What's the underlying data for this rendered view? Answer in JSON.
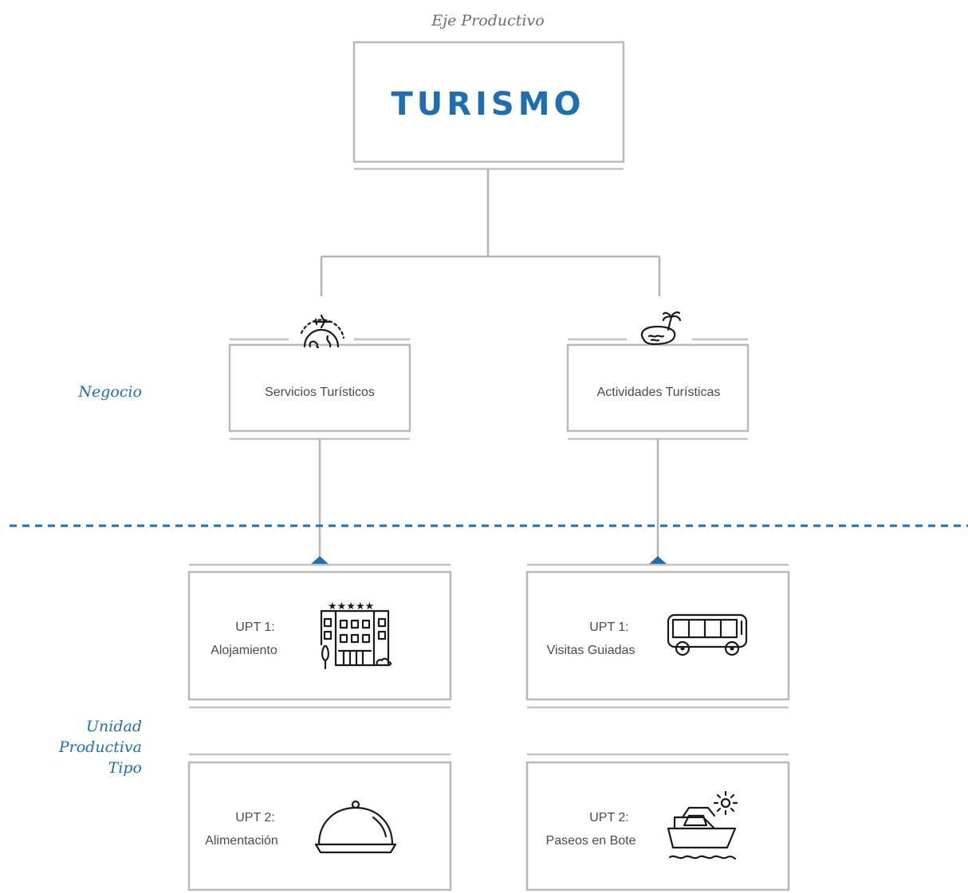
{
  "header": {
    "eje_label": "Eje Productivo",
    "title": "TURISMO"
  },
  "side_labels": {
    "negocio": "Negocio",
    "unidad": [
      "Unidad",
      "Productiva",
      "Tipo"
    ]
  },
  "negocio": [
    {
      "label": "Servicios Turísticos",
      "icon": "globe-airplane-icon"
    },
    {
      "label": "Actividades Turísticas",
      "icon": "island-palm-icon"
    }
  ],
  "upt": [
    {
      "line1": "UPT 1:",
      "line2": "Alojamiento",
      "icon": "hotel-icon"
    },
    {
      "line1": "UPT 1:",
      "line2": "Visitas Guiadas",
      "icon": "bus-icon"
    },
    {
      "line1": "UPT 2:",
      "line2": "Alimentación",
      "icon": "cloche-icon"
    },
    {
      "line1": "UPT 2:",
      "line2": "Paseos en Bote",
      "icon": "boat-sun-icon"
    }
  ],
  "colors": {
    "accent": "#1d6fb3",
    "line": "#b9b9b9",
    "text": "#4a4a4a"
  }
}
